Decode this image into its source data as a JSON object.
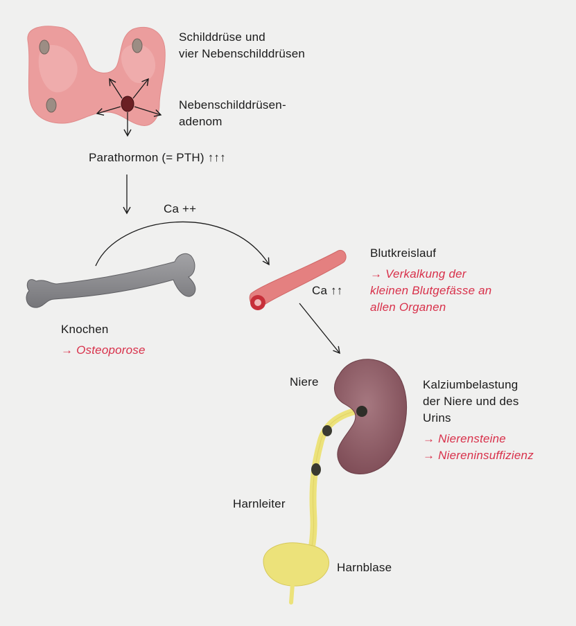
{
  "labels": {
    "thyroid": [
      "Schilddrüse und",
      "vier Nebenschilddrüsen"
    ],
    "adenoma": [
      "Nebenschilddrüsen-",
      "adenom"
    ],
    "pth": "Parathormon (= PTH) ↑↑↑",
    "ca_flow": "Ca ++",
    "bone": "Knochen",
    "bone_effect": "→ Osteoporose",
    "blood": "Blutkreislauf",
    "blood_effect": [
      "→ Verkalkung der",
      "kleinen Blutgefässe an",
      "allen Organen"
    ],
    "blood_ca": "Ca ↑↑",
    "kidney": "Niere",
    "kidney_load": [
      "Kalziumbelastung",
      "der Niere und des",
      "Urins"
    ],
    "kidney_effects": [
      "→ Nierensteine",
      "→ Niereninsuffizienz"
    ],
    "ureter": "Harnleiter",
    "bladder": "Harnblase"
  },
  "colors": {
    "background": "#f0f0ef",
    "text": "#1a1a1a",
    "accent": "#d8304a",
    "thyroid": "#eb9d9d",
    "bone": "#8e8e90",
    "vessel": "#e48080",
    "kidney": "#8c5a63",
    "urinary": "#ece27a"
  }
}
